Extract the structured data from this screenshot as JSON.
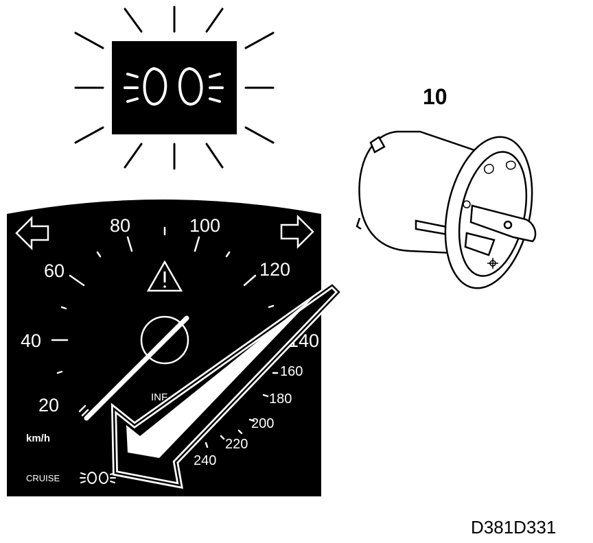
{
  "callout_number": "10",
  "figure_code": "D381D331",
  "speedometer": {
    "ticks": [
      "20",
      "40",
      "60",
      "80",
      "100",
      "120",
      "140",
      "160",
      "180",
      "200",
      "220",
      "240"
    ],
    "unit": "km/h",
    "cruise": "CRUISE",
    "partial_label": "INF",
    "partial_tick": "0"
  },
  "icons": {
    "blinking_indicator": "headlight-indicator-icon",
    "warning": "warning-triangle-icon",
    "turn_left": "turn-left-arrow-icon",
    "turn_right": "turn-right-arrow-icon",
    "pointer": "pointer-arrow-icon",
    "light_switch": "light-switch-knob-icon"
  },
  "colors": {
    "ink": "#000000",
    "paper": "#ffffff"
  }
}
